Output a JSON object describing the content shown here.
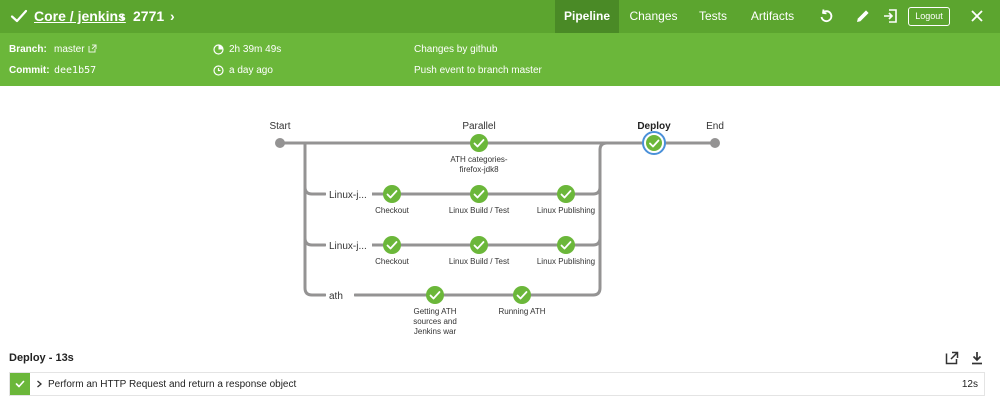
{
  "header": {
    "title_link": "Core / jenkins",
    "prev": "‹",
    "run_number": "2771",
    "next": "›",
    "tabs": [
      {
        "label": "Pipeline",
        "active": true
      },
      {
        "label": "Changes",
        "active": false
      },
      {
        "label": "Tests",
        "active": false
      },
      {
        "label": "Artifacts",
        "active": false
      }
    ],
    "logout_label": "Logout",
    "colors": {
      "topbar": "#5ca52f",
      "infobar": "#6bb73a",
      "active_tab": "#4a8a26"
    }
  },
  "info": {
    "branch_label": "Branch:",
    "branch_value": "master",
    "commit_label": "Commit:",
    "commit_value": "dee1b57",
    "duration": "2h 39m 49s",
    "time_ago": "a day ago",
    "changes": "Changes by github",
    "cause": "Push event to branch master"
  },
  "pipeline": {
    "start_label": "Start",
    "end_label": "End",
    "parallel_label": "Parallel",
    "deploy_label": "Deploy",
    "lanes": [
      {
        "label": "",
        "stages": [
          "ATH categories-",
          "firefox-jdk8"
        ]
      },
      {
        "label": "Linux-j...",
        "stages": [
          "Checkout",
          "Linux Build / Test",
          "Linux Publishing"
        ]
      },
      {
        "label": "Linux-j...",
        "stages": [
          "Checkout",
          "Linux Build / Test",
          "Linux Publishing"
        ]
      },
      {
        "label": "ath",
        "stages": [
          "Getting ATH",
          "sources and",
          "Jenkins war",
          "Running ATH"
        ]
      }
    ],
    "colors": {
      "success": "#6bb73a",
      "line": "#949393",
      "selected_ring": "#4a90d9"
    }
  },
  "log": {
    "title": "Deploy - 13s",
    "step_text": "Perform an HTTP Request and return a response object",
    "step_time": "12s"
  }
}
